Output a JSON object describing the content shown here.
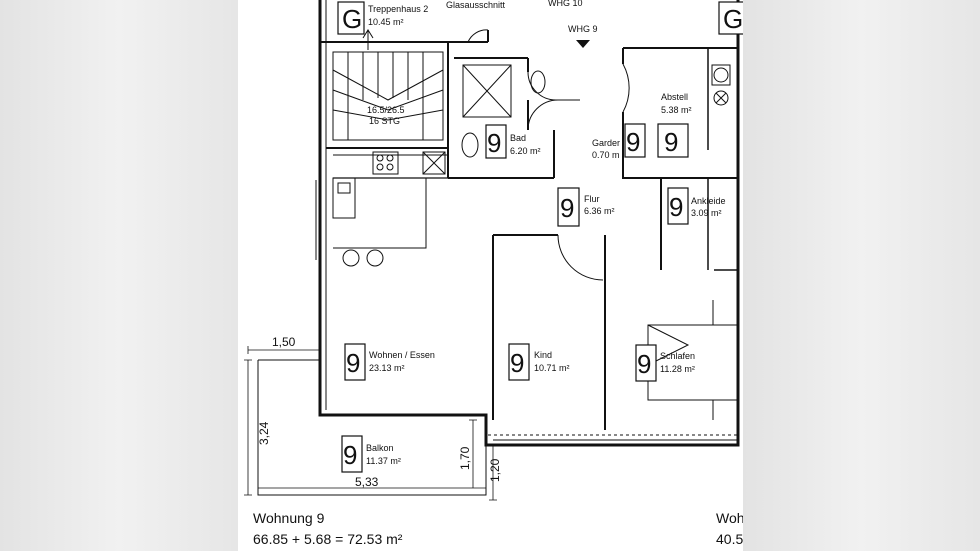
{
  "apartment": {
    "name": "Wohnung 9",
    "area_formula": "66.85 + 5.68 = 72.53 m²",
    "next_name": "Woh",
    "next_area": "40.5"
  },
  "labels": {
    "top_cut": "Glasausschnitt",
    "whg10": "WHG 10",
    "whg9": "WHG 9",
    "stairs_1": "16.5/26.5",
    "stairs_2": "16 STG"
  },
  "badges": {
    "g": "G",
    "nine": "9"
  },
  "rooms": {
    "treppenhaus": {
      "name": "Treppenhaus 2",
      "area": "10.45 m²"
    },
    "bad": {
      "name": "Bad",
      "area": "6.20 m²"
    },
    "garderobe": {
      "name": "Garder",
      "area": "0.70 m"
    },
    "abstell": {
      "name": "Abstell",
      "area": "5.38 m²"
    },
    "flur": {
      "name": "Flur",
      "area": "6.36 m²"
    },
    "ankleide": {
      "name": "Ankleide",
      "area": "3.09 m²"
    },
    "wohnen": {
      "name": "Wohnen / Essen",
      "area": "23.13 m²"
    },
    "kind": {
      "name": "Kind",
      "area": "10.71 m²"
    },
    "schlafen": {
      "name": "Schlafen",
      "area": "11.28 m²"
    },
    "balkon": {
      "name": "Balkon",
      "area": "11.37 m²"
    }
  },
  "dimensions": {
    "d150": "1,50",
    "d324": "3,24",
    "d533": "5,33",
    "d170": "1,70",
    "d120": "1,20"
  }
}
